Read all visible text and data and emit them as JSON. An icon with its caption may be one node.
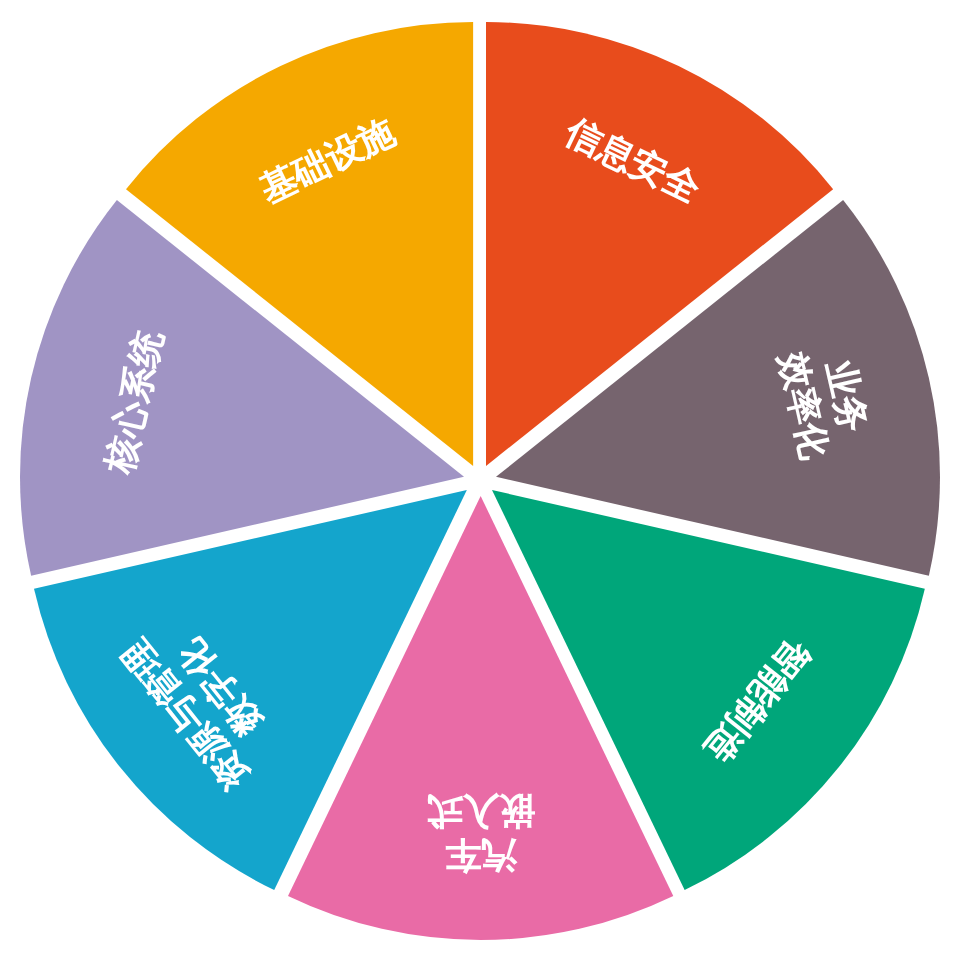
{
  "diagram": {
    "nodes": [
      {
        "text": [
          "基础设施"
        ]
      },
      {
        "text": [
          "信息安全"
        ]
      },
      {
        "text": [
          "业务效率化"
        ]
      },
      {
        "text": [
          "智能制造"
        ]
      },
      {
        "text": [
          "汽车嵌入式"
        ]
      },
      {
        "text": [
          "资源与管理数字化"
        ]
      },
      {
        "text": [
          "核心系统"
        ]
      }
    ]
  }
}
